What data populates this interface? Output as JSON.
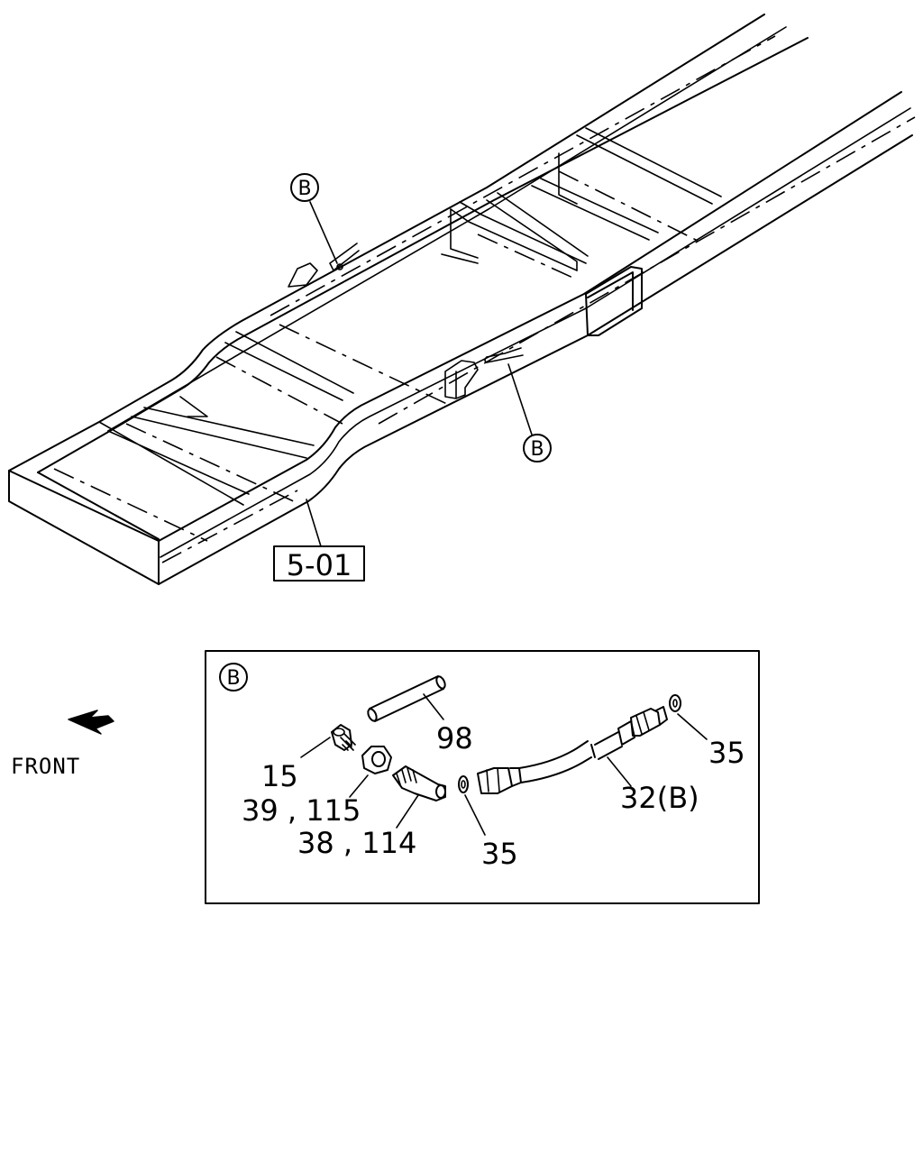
{
  "callouts": {
    "b_upper": "B",
    "b_lower": "B",
    "b_detail": "B"
  },
  "reference": "5-01",
  "front_label": "FRONT",
  "parts": {
    "p98": "98",
    "p15": "15",
    "p39_115": "39 , 115",
    "p38_114": "38 , 114",
    "p35_left": "35",
    "p35_right": "35",
    "p32b": "32(B)"
  }
}
